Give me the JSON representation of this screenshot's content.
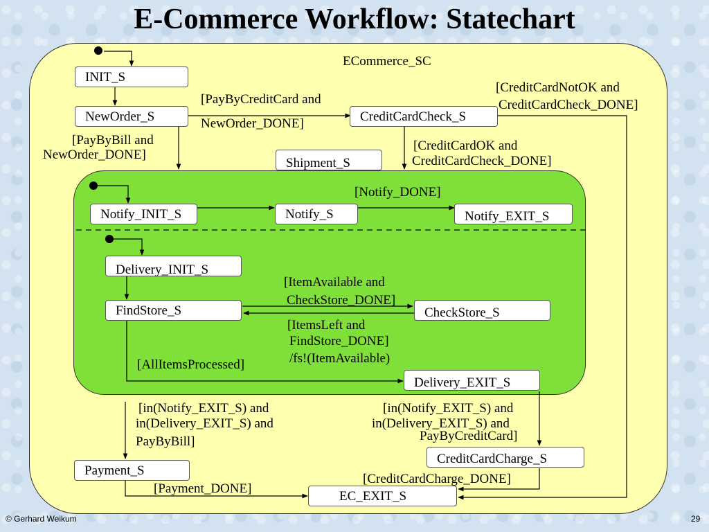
{
  "title": "E-Commerce Workflow: Statechart",
  "outer_label": "ECommerce_SC",
  "states": {
    "init": "INIT_S",
    "neworder": "NewOrder_S",
    "cccheck": "CreditCardCheck_S",
    "shipment": "Shipment_S",
    "notify_init": "Notify_INIT_S",
    "notify": "Notify_S",
    "notify_exit": "Notify_EXIT_S",
    "delivery_init": "Delivery_INIT_S",
    "findstore": "FindStore_S",
    "checkstore": "CheckStore_S",
    "delivery_exit": "Delivery_EXIT_S",
    "payment": "Payment_S",
    "cccharge": "CreditCardCharge_S",
    "ec_exit": "EC_EXIT_S"
  },
  "transitions": {
    "paybycc": [
      "[PayByCreditCard and",
      "NewOrder_DONE]"
    ],
    "paybybill": [
      "[PayByBill and",
      "NewOrder_DONE]"
    ],
    "ccnotok": [
      "[CreditCardNotOK and",
      "CreditCardCheck_DONE]"
    ],
    "ccok": [
      "[CreditCardOK and",
      "CreditCardCheck_DONE]"
    ],
    "notify_done": "[Notify_DONE]",
    "itemavailable": [
      "[ItemAvailable and",
      "CheckStore_DONE]"
    ],
    "itemsleft": [
      "[ItemsLeft and",
      "FindStore_DONE]",
      "/fs!(ItemAvailable)"
    ],
    "allitems": "[AllItemsProcessed]",
    "tobill": [
      "[in(Notify_EXIT_S) and",
      "in(Delivery_EXIT_S) and",
      "PayByBill]"
    ],
    "tocc": [
      "[in(Notify_EXIT_S) and",
      "in(Delivery_EXIT_S) and",
      "PayByCreditCard]"
    ],
    "ccharge_done": "[CreditCardCharge_DONE]",
    "payment_done": "[Payment_DONE]"
  },
  "footer": {
    "author": "© Gerhard Weikum",
    "page": "29"
  }
}
